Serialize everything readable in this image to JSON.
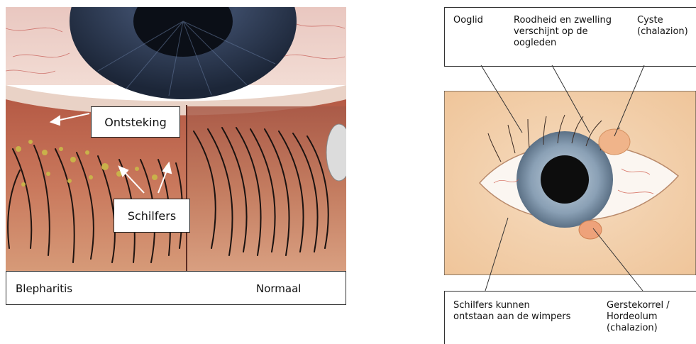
{
  "left_panel": {
    "callout_inflammation": "Ontsteking",
    "callout_flakes": "Schilfers",
    "caption_left": "Blepharitis",
    "caption_right": "Normaal"
  },
  "right_panel": {
    "labels": {
      "eyelid": "Ooglid",
      "redness": "Roodheid en zwelling\nverschijnt op de\noogleden",
      "cyst": "Cyste\n(chalazion)",
      "flakes": "Schilfers kunnen\nontstaan aan de wimpers",
      "stye": "Gerstekorrel /\nHordeolum\n(chalazion)"
    }
  }
}
